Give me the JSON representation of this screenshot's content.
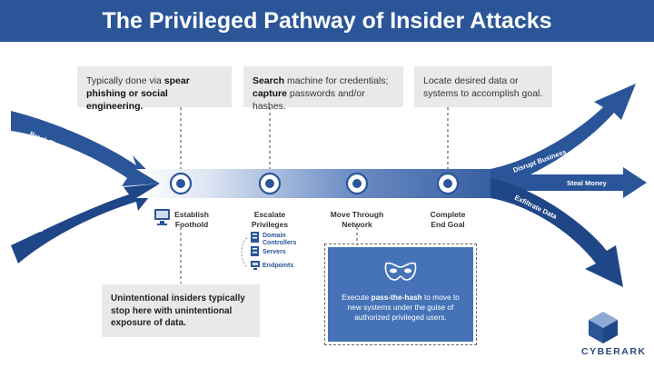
{
  "title": "The Privileged Pathway of Insider Attacks",
  "notes": {
    "foothold_pre": "Typically done via ",
    "foothold_bold": "spear phishing or social engineering.",
    "escalate_bold1": "Search",
    "escalate_mid": " machine for credentials; ",
    "escalate_bold2": "capture",
    "escalate_post": " passwords and/or hashes.",
    "goal": "Locate desired data or systems to accomplish goal.",
    "insiders": "Unintentional insiders typically stop here with unintentional exposure of data."
  },
  "entry_arrows": [
    "Break Through Perimeter",
    "Use Inside Access"
  ],
  "exit_arrows": [
    "Disrupt Business",
    "Steal Money",
    "Exfiltrate Data"
  ],
  "stages": [
    {
      "line1": "Establish",
      "line2": "Foothold"
    },
    {
      "line1": "Escalate",
      "line2": "Privileges"
    },
    {
      "line1": "Move Through",
      "line2": "Network"
    },
    {
      "line1": "Complete",
      "line2": "End Goal"
    }
  ],
  "targets": [
    {
      "line1": "Domain",
      "line2": "Controllers"
    },
    {
      "line1": "Servers",
      "line2": ""
    },
    {
      "line1": "Endpoints",
      "line2": ""
    }
  ],
  "pass_the_hash": {
    "pre": "Execute ",
    "bold": "pass-the-hash",
    "post": " to move to new systems under the guise of authorized privileged users."
  },
  "brand": "CYBERARK",
  "colors": {
    "primary": "#2a5599",
    "dark": "#1f4686",
    "box": "#4673b8",
    "note": "#e9e9e9"
  }
}
